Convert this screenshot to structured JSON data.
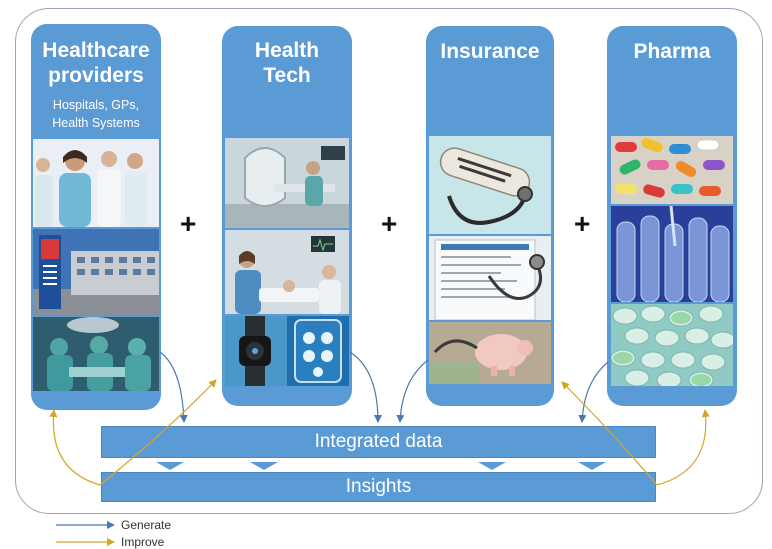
{
  "columns": [
    {
      "title_line1": "Healthcare",
      "title_line2": "providers",
      "subtitle_line1": "Hospitals, GPs,",
      "subtitle_line2": "Health Systems"
    },
    {
      "title_line1": "Health",
      "title_line2": "Tech"
    },
    {
      "title_line1": "Insurance"
    },
    {
      "title_line1": "Pharma"
    }
  ],
  "plus_sign": "+",
  "bars": {
    "integrated": "Integrated data",
    "insights": "Insights"
  },
  "legend": {
    "generate": "Generate",
    "improve": "Improve"
  },
  "colors": {
    "box": "#5b9bd5",
    "generate_arrow": "#4a78b0",
    "improve_arrow": "#d4a52a"
  },
  "photos": {
    "providers": [
      "medical-staff-photo",
      "hospital-building-photo",
      "surgery-room-photo"
    ],
    "health_tech": [
      "imaging-room-photo",
      "patient-monitoring-photo",
      "wearable-devices-photo"
    ],
    "insurance": [
      "health-insurance-stethoscope-photo",
      "insurance-claim-form-photo",
      "piggy-bank-photo"
    ],
    "pharma": [
      "colorful-pills-photo",
      "test-tubes-photo",
      "tablets-photo"
    ]
  }
}
